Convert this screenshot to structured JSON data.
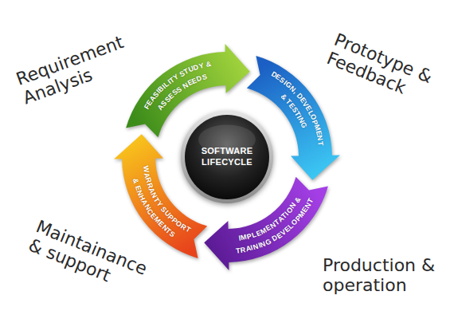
{
  "diagram": {
    "nodes": [
      {
        "text": [
          "FEASIBILITY STUDY & ASSESS NEEDS"
        ]
      },
      {
        "text": [
          "DESIGN, DEVELOPMENT & TESTING"
        ]
      },
      {
        "text": [
          "IMPLEMENTATION & TRAINING DEVELOPMENT"
        ]
      },
      {
        "text": [
          "WARRANTY SUPPORT & ENHANCEMENTS"
        ]
      },
      {
        "text": [
          "SOFTWARE LIFECYCLE"
        ]
      }
    ],
    "labels": [
      "Requirement Analysis",
      "Prototype & Feedback",
      "Production & operation",
      "Maintainance & support"
    ]
  }
}
